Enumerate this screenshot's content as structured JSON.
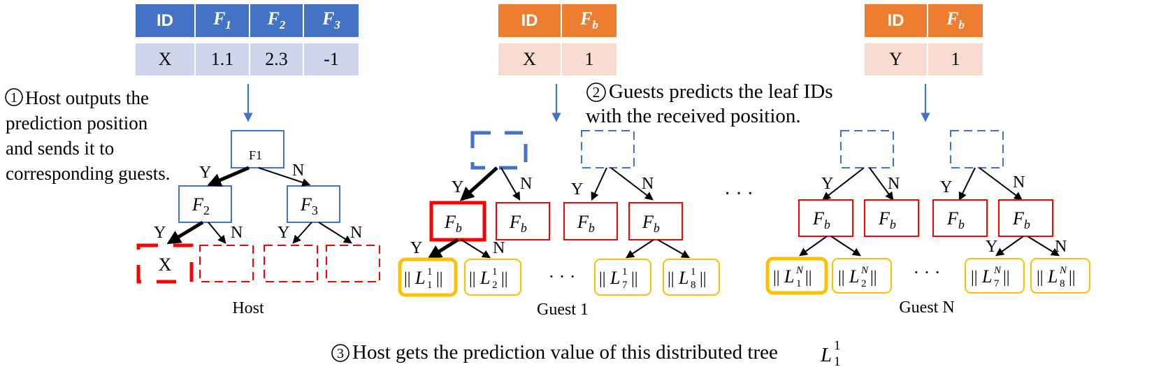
{
  "host_table": {
    "headers": [
      "ID",
      "F1",
      "F2",
      "F3"
    ],
    "row": [
      "X",
      "1.1",
      "2.3",
      "-1"
    ]
  },
  "guest1_table": {
    "headers": [
      "ID",
      "Fb"
    ],
    "row": [
      "X",
      "1"
    ]
  },
  "guestN_table": {
    "headers": [
      "ID",
      "Fb"
    ],
    "row": [
      "Y",
      "1"
    ]
  },
  "steps": {
    "step1_number": "1",
    "step1_lines": [
      "Host outputs the",
      "prediction position",
      "and sends it to",
      "corresponding guests."
    ],
    "step2_number": "2",
    "step2_lines": [
      "Guests predicts the leaf IDs",
      "with the received position."
    ],
    "step3_number": "3",
    "step3_text": "Host gets the prediction value of this distributed tree",
    "step3_symbol": "L",
    "step3_sub": "1",
    "step3_sup": "1"
  },
  "trees": {
    "host_label": "Host",
    "guest1_label": "Guest 1",
    "guestN_label": "Guest N",
    "host_root": "F1",
    "host_left": "F2",
    "host_right": "F3",
    "host_leaf": "X",
    "guest_node": "Fb",
    "yes": "Y",
    "no": "N",
    "ellipsis": "· · ·",
    "guest1_leaves": [
      {
        "sub": "1",
        "sup": "1"
      },
      {
        "sub": "2",
        "sup": "1"
      },
      {
        "sub": "7",
        "sup": "1"
      },
      {
        "sub": "8",
        "sup": "1"
      }
    ],
    "guestN_leaves": [
      {
        "sub": "1",
        "sup": "N"
      },
      {
        "sub": "2",
        "sup": "N"
      },
      {
        "sub": "7",
        "sup": "N"
      },
      {
        "sub": "8",
        "sup": "N"
      }
    ]
  },
  "colors": {
    "blue": "#4472c4",
    "red": "#ff0000",
    "gold": "#ffc000",
    "orange": "#ed7d31"
  }
}
